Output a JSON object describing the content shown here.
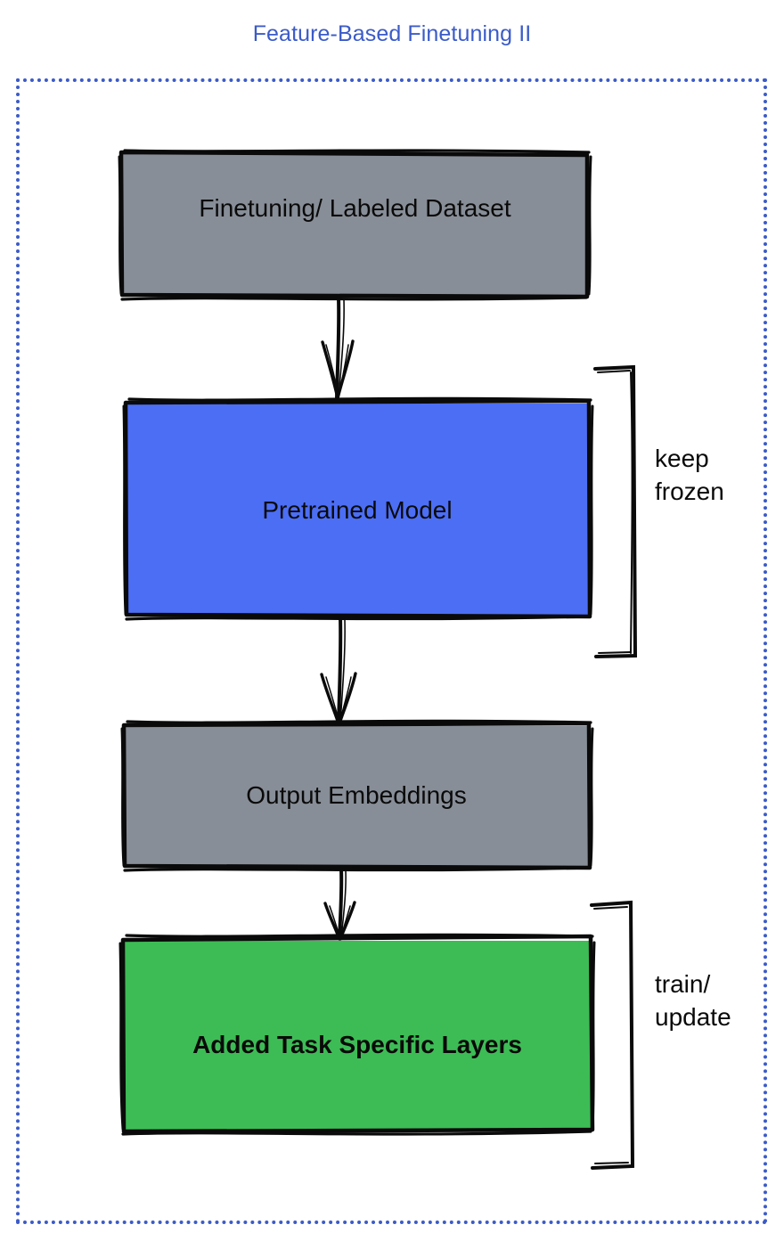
{
  "title": "Feature-Based Finetuning II",
  "colors": {
    "title_blue": "#3B5BC8",
    "frame_dashed_blue": "#3B5BC8",
    "node_gray": "#888E97",
    "node_blue": "#4C6EF5",
    "node_green": "#3DBC55",
    "stroke_black": "#0a0a0a",
    "background": "#ffffff"
  },
  "nodes": [
    {
      "id": "dataset",
      "label": "Finetuning/ Labeled Dataset",
      "fill": "#888E97"
    },
    {
      "id": "pretrained",
      "label": "Pretrained Model",
      "fill": "#4C6EF5"
    },
    {
      "id": "embeddings",
      "label": "Output Embeddings",
      "fill": "#888E97"
    },
    {
      "id": "layers",
      "label": "Added Task Specific Layers",
      "fill": "#3DBC55"
    }
  ],
  "annotations": [
    {
      "id": "keep-frozen",
      "label": "keep\nfrozen",
      "targets": "pretrained"
    },
    {
      "id": "train-update",
      "label": "train/\nupdate",
      "targets": "layers"
    }
  ],
  "edges": [
    {
      "from": "dataset",
      "to": "pretrained"
    },
    {
      "from": "pretrained",
      "to": "embeddings"
    },
    {
      "from": "embeddings",
      "to": "layers"
    }
  ]
}
